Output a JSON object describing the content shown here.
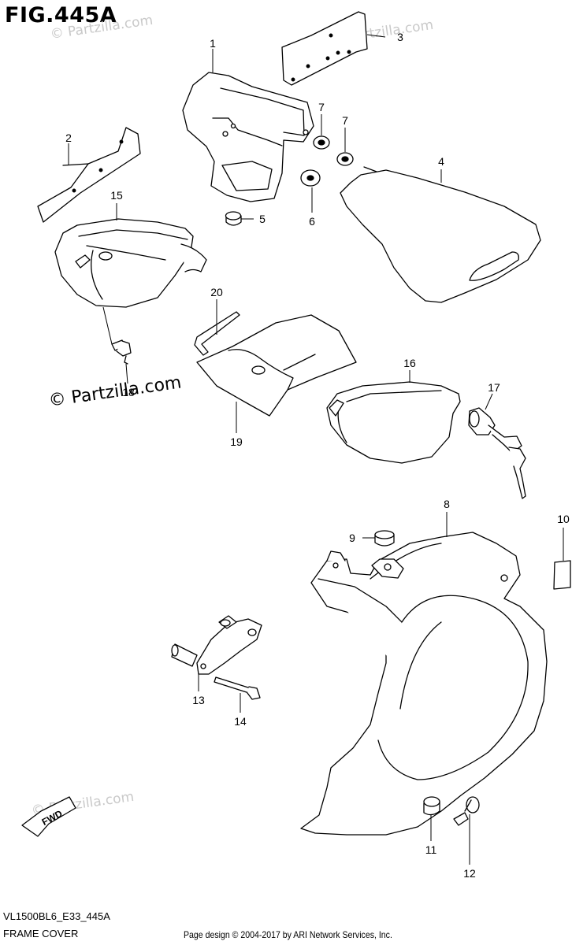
{
  "figure": {
    "title": "FIG.445A",
    "copyright": "© Partzilla.com",
    "watermark": "© Partzilla.com",
    "model_code": "VL1500BL6_E33_445A",
    "section_name": "FRAME COVER",
    "page_design": "Page design © 2004-2017 by ARI Network Services, Inc.",
    "fwd_label": "FWD"
  },
  "callouts": [
    {
      "id": "part-1",
      "label": "1"
    },
    {
      "id": "part-2",
      "label": "2"
    },
    {
      "id": "part-3",
      "label": "3"
    },
    {
      "id": "part-4",
      "label": "4"
    },
    {
      "id": "part-5",
      "label": "5"
    },
    {
      "id": "part-6",
      "label": "6"
    },
    {
      "id": "part-7a",
      "label": "7"
    },
    {
      "id": "part-7b",
      "label": "7"
    },
    {
      "id": "part-8",
      "label": "8"
    },
    {
      "id": "part-9",
      "label": "9"
    },
    {
      "id": "part-10",
      "label": "10"
    },
    {
      "id": "part-11",
      "label": "11"
    },
    {
      "id": "part-12",
      "label": "12"
    },
    {
      "id": "part-13",
      "label": "13"
    },
    {
      "id": "part-14",
      "label": "14"
    },
    {
      "id": "part-15",
      "label": "15"
    },
    {
      "id": "part-16",
      "label": "16"
    },
    {
      "id": "part-17",
      "label": "17"
    },
    {
      "id": "part-18",
      "label": "18"
    },
    {
      "id": "part-19",
      "label": "19"
    },
    {
      "id": "part-20",
      "label": "20"
    }
  ]
}
